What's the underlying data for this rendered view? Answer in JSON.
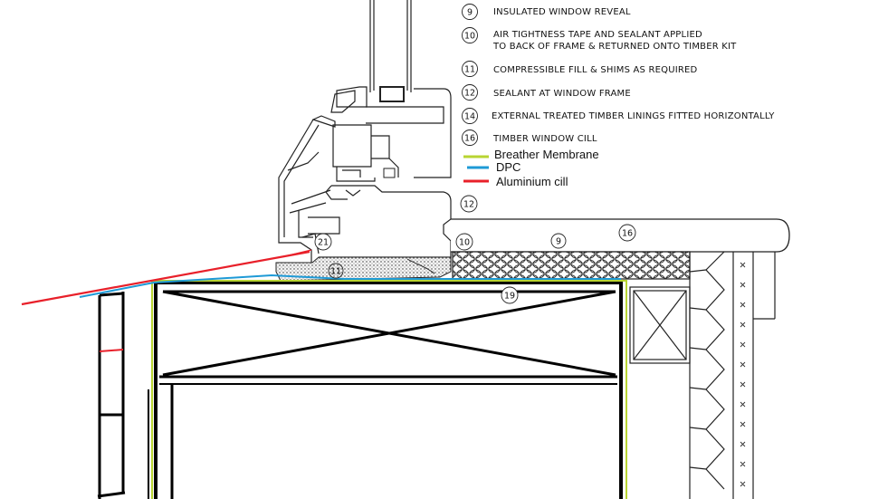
{
  "legend": {
    "items": [
      {
        "num": "9",
        "lines": [
          "INSULATED WINDOW REVEAL"
        ]
      },
      {
        "num": "10",
        "lines": [
          "AIR TIGHTNESS TAPE AND SEALANT APPLIED",
          "TO BACK OF FRAME & RETURNED ONTO TIMBER KIT"
        ]
      },
      {
        "num": "11",
        "lines": [
          "COMPRESSIBLE FILL & SHIMS AS REQUIRED"
        ]
      },
      {
        "num": "12",
        "lines": [
          "SEALANT AT WINDOW FRAME"
        ]
      },
      {
        "num": "14",
        "lines": [
          "EXTERNAL TREATED TIMBER LININGS FITTED HORIZONTALLY"
        ]
      },
      {
        "num": "16",
        "lines": [
          "TIMBER WINDOW CILL"
        ]
      }
    ],
    "colour_key": [
      {
        "label": "Breather Membrane",
        "color": "#b8d432"
      },
      {
        "label": "DPC",
        "color": "#1e9ad6"
      },
      {
        "label": "Aluminium cill",
        "color": "#e8202a"
      }
    ]
  },
  "tags": {
    "t12": "12",
    "t10": "10",
    "t9": "9",
    "t16": "16",
    "t21": "21",
    "t11": "11",
    "t19": "19"
  }
}
